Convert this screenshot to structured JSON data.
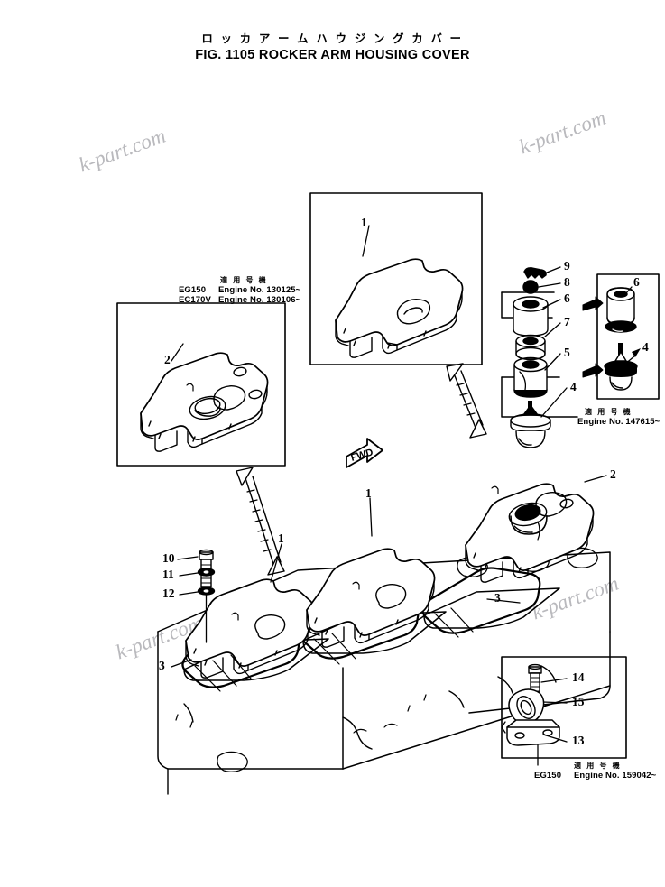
{
  "title": {
    "japanese": "ロ ッ カ  ア ー ム  ハ ウ ジ ン グ  カ バ ー",
    "english": "FIG. 1105  ROCKER ARM HOUSING COVER",
    "figure_number": "1105"
  },
  "watermarks": [
    {
      "text": "k-part.com"
    },
    {
      "text": "k-part.com"
    },
    {
      "text": "k-part.com"
    },
    {
      "text": "k-part.com"
    }
  ],
  "annotations": {
    "left_inset": {
      "heading": "適 用 号 機",
      "rows": [
        {
          "model": "EG150",
          "label": "Engine  No.",
          "value": "130125~"
        },
        {
          "model": "EC170V",
          "label": "Engine  No.",
          "value": "130106~"
        }
      ]
    },
    "right_inset": {
      "heading": "適 用 号 機",
      "rows": [
        {
          "model": "",
          "label": "Engine  No.",
          "value": "147615~"
        }
      ]
    },
    "bottom_inset": {
      "heading": "適 用 号 機",
      "rows": [
        {
          "model": "EG150",
          "label": "Engine  No.",
          "value": "159042~"
        }
      ]
    }
  },
  "direction_marker": {
    "label": "FWD"
  },
  "callouts": [
    {
      "id": "c1-inset",
      "number": "1"
    },
    {
      "id": "c2-inset",
      "number": "2"
    },
    {
      "id": "c6-inset",
      "number": "6"
    },
    {
      "id": "c4-inset",
      "number": "4"
    },
    {
      "id": "c9",
      "number": "9"
    },
    {
      "id": "c8",
      "number": "8"
    },
    {
      "id": "c6-stack",
      "number": "6"
    },
    {
      "id": "c7",
      "number": "7"
    },
    {
      "id": "c5",
      "number": "5"
    },
    {
      "id": "c4-stack",
      "number": "4"
    },
    {
      "id": "c2-main",
      "number": "2"
    },
    {
      "id": "c1-main-a",
      "number": "1"
    },
    {
      "id": "c1-main-b",
      "number": "1"
    },
    {
      "id": "c3-right",
      "number": "3"
    },
    {
      "id": "c3-left",
      "number": "3"
    },
    {
      "id": "c10",
      "number": "10"
    },
    {
      "id": "c11",
      "number": "11"
    },
    {
      "id": "c12",
      "number": "12"
    },
    {
      "id": "c14",
      "number": "14"
    },
    {
      "id": "c15",
      "number": "15"
    },
    {
      "id": "c13",
      "number": "13"
    }
  ],
  "colors": {
    "line": "#000000",
    "background": "#ffffff",
    "watermark": "#b9b9bd"
  }
}
